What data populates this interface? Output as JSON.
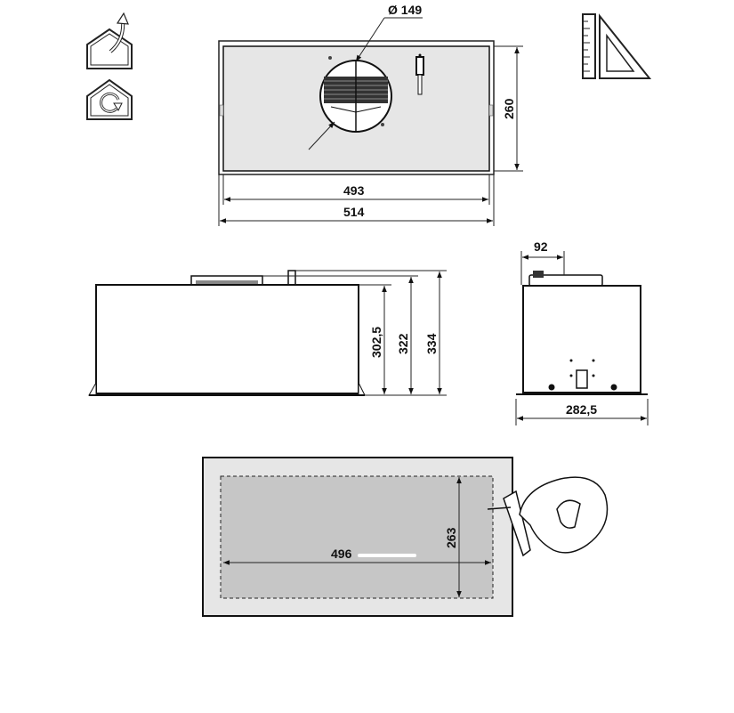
{
  "icons": [
    "ducted-extraction-icon",
    "recirculation-icon",
    "ruler-set-square-icon"
  ],
  "top_view": {
    "duct_diameter": "Ø 149",
    "depth": "260",
    "inner_width": "493",
    "outer_width": "514"
  },
  "front_view": {
    "height_body": "302,5",
    "height_mid": "322",
    "height_total": "334"
  },
  "side_view": {
    "outlet_offset": "92",
    "depth": "282,5"
  },
  "cutout_view": {
    "width": "496",
    "depth": "263"
  },
  "colors": {
    "panel_fill": "#e6e6e6",
    "cutout_fill": "#c6c6c6",
    "line": "#111111"
  }
}
